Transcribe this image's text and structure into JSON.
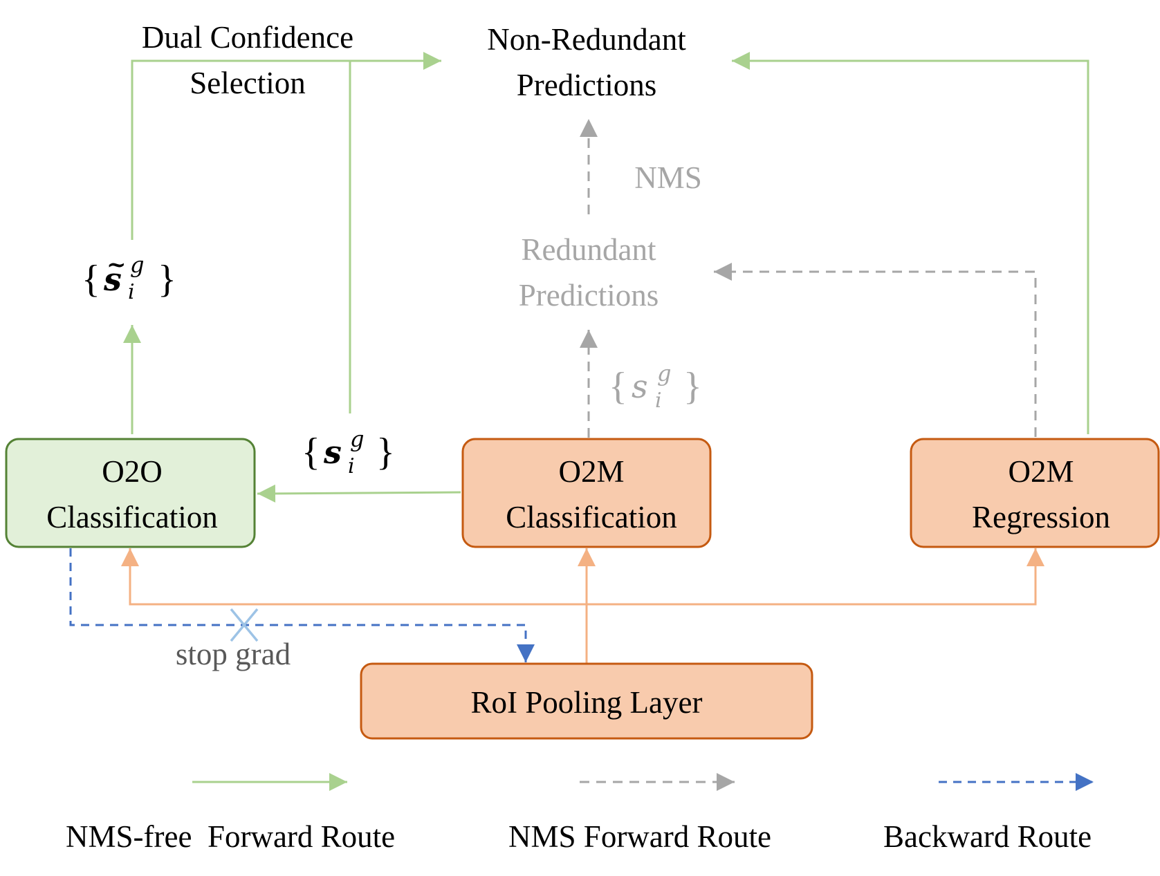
{
  "colors": {
    "green": "#a9d18e",
    "green_box_fill": "#e2f0d9",
    "green_box_stroke": "#548235",
    "orange": "#f4b183",
    "orange_box_fill": "#f8cbad",
    "orange_box_stroke": "#c55a11",
    "gray": "#a6a6a6",
    "gray_text": "#a6a6a6",
    "blue": "#4472c4",
    "cross": "#9dc3e6",
    "text": "#000000"
  },
  "labels": {
    "dual_confidence_line1": "Dual Confidence",
    "dual_confidence_line2": "Selection",
    "non_redundant_line1": "Non-Redundant",
    "non_redundant_line2": "Predictions",
    "nms": "NMS",
    "redundant_line1": "Redundant",
    "redundant_line2": "Predictions",
    "stop_grad": "stop grad"
  },
  "math": {
    "s_tilde": {
      "open": "{",
      "base": "s",
      "tilde": "~",
      "sup": "g",
      "sub": "i",
      "close": "}"
    },
    "s_bold": {
      "open": "{",
      "base": "s",
      "sup": "g",
      "sub": "i",
      "close": "}"
    },
    "s_gray": {
      "open": "{",
      "base": "s",
      "sup": "g",
      "sub": "i",
      "close": "}"
    }
  },
  "boxes": {
    "o2o": {
      "line1": "O2O",
      "line2": "Classification"
    },
    "o2m_cls": {
      "line1": "O2M",
      "line2": "Classification"
    },
    "o2m_reg": {
      "line1": "O2M",
      "line2": "Regression"
    },
    "roi": {
      "label": "RoI Pooling Layer"
    }
  },
  "legend": {
    "nms_free": "NMS-free  Forward Route",
    "nms_forward": "NMS Forward Route",
    "backward": "Backward Route"
  }
}
